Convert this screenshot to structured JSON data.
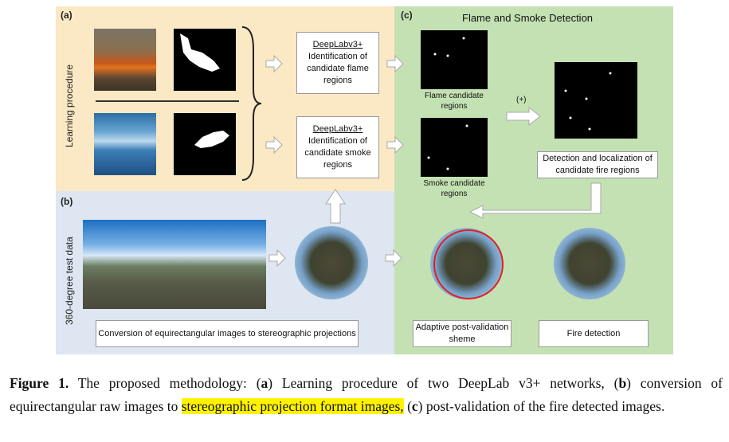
{
  "panels": {
    "a": "(a)",
    "b": "(b)",
    "c": "(c)",
    "c_title": "Flame and Smoke Detection"
  },
  "side_labels": {
    "learning": "Learning procedure",
    "test": "360-degree test data"
  },
  "boxes": {
    "flame_net": {
      "title": "DeepLabv3+",
      "text": "Identification of candidate flame regions"
    },
    "smoke_net": {
      "title": "DeepLabv3+",
      "text": "Identification of candidate smoke regions"
    },
    "conversion": "Conversion of equirectangular images to stereographic projections",
    "detection": "Detection and localization of candidate fire regions",
    "adaptive": "Adaptive post-validation sheme",
    "fire": "Fire detection"
  },
  "captions": {
    "flame": "Flame candidate regions",
    "smoke": "Smoke candidate regions",
    "plus": "(+)"
  },
  "figure_caption": {
    "label": "Figure 1.",
    "part1": " The proposed methodology: (",
    "a": "a",
    "part2": ") Learning procedure of two DeepLab v3+ networks, (",
    "b": "b",
    "part3": ") conversion of equirectangular raw images to ",
    "highlight": "stereographic projection format images,",
    "part4": " (",
    "c": "c",
    "part5": ") post-validation of the fire detected images."
  },
  "colors": {
    "panel_a": "#fbe8c4",
    "panel_b": "#dde6f1",
    "panel_c": "#c4e1b3",
    "highlight": "#fff200",
    "detection_circle": "#e02020"
  }
}
